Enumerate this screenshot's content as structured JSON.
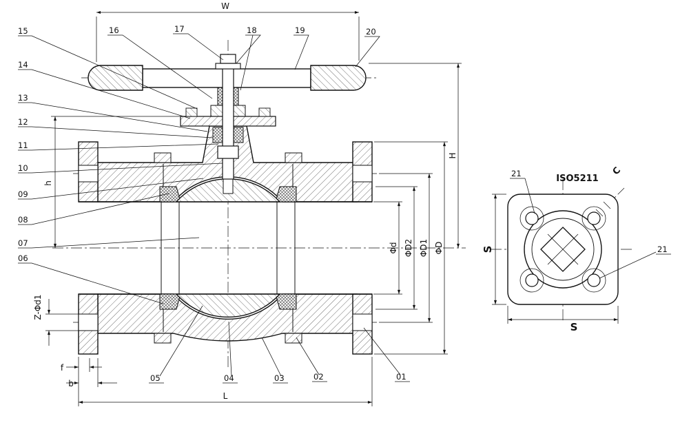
{
  "main_view": {
    "callouts_left": [
      "15",
      "14",
      "13",
      "12",
      "11",
      "10",
      "09",
      "08",
      "07",
      "06"
    ],
    "callouts_top": [
      "16",
      "17",
      "18",
      "19",
      "20"
    ],
    "callouts_bottom": [
      "05",
      "04",
      "03",
      "02",
      "01"
    ],
    "dims": {
      "W": "W",
      "H": "H",
      "h": "h",
      "L": "L",
      "b": "b",
      "f": "f",
      "Z": "Z-Φd1",
      "d": "Φd",
      "D2": "ΦD2",
      "D1": "ΦD1",
      "D": "ΦD"
    }
  },
  "side_view": {
    "standard": "ISO5211",
    "callouts": [
      "21",
      "21"
    ],
    "dims": {
      "S_v": "S",
      "S_h": "S",
      "C": "C"
    }
  }
}
